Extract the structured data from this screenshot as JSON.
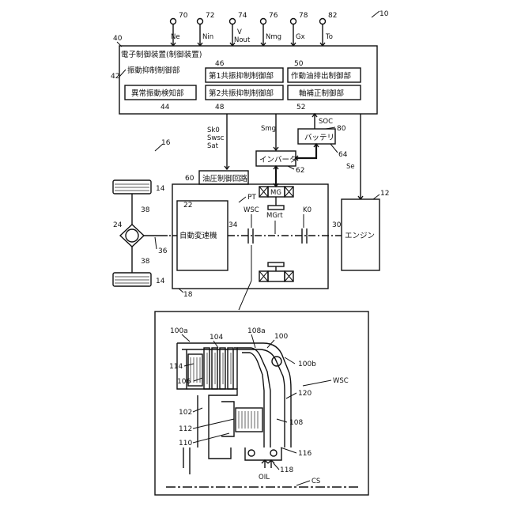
{
  "figure_number": "10",
  "sensors": [
    {
      "id": "70",
      "signal": "Ne"
    },
    {
      "id": "72",
      "signal": "Nin"
    },
    {
      "id": "74",
      "signal_top": "V",
      "signal_bottom": "Nout"
    },
    {
      "id": "76",
      "signal": "Nmg"
    },
    {
      "id": "78",
      "signal": "Gx"
    },
    {
      "id": "82",
      "signal": "To"
    }
  ],
  "ecu": {
    "id": "40",
    "title": "電子制御装置(制御装置)",
    "vibration_unit": {
      "id": "42",
      "label": "振動抑制制御部"
    },
    "abnormal_detect": {
      "id": "44",
      "label": "異常振動検知部"
    },
    "first_resonance": {
      "id": "46",
      "label": "第1共振抑制制御部"
    },
    "second_resonance": {
      "id": "48",
      "label": "第2共振抑制制御部"
    },
    "oil_discharge": {
      "id": "50",
      "label": "作動油排出制御部"
    },
    "shaft_correction": {
      "id": "52",
      "label": "軸補正制御部"
    }
  },
  "signals": {
    "hydraulic": [
      "Sk0",
      "Swsc",
      "Sat"
    ],
    "motor": "Smg",
    "soc": "SOC",
    "engine": "Se"
  },
  "components": {
    "vehicle": "16",
    "hydraulic_circuit": {
      "id": "60",
      "label": "油圧制御回路"
    },
    "inverter": {
      "id": "62",
      "label": "インバータ"
    },
    "battery": {
      "id": "64",
      "label": "バッテリ"
    },
    "battery_sensor": "80",
    "engine": {
      "id": "12",
      "label": "エンジン"
    },
    "transmission": {
      "id": "22",
      "label": "自動変速機"
    },
    "motor": "MG",
    "powertrain": "PT",
    "wsc": "WSC",
    "mgrt": "MGrt",
    "k0": "K0",
    "case": "18",
    "shaft_34": "34",
    "shaft_30": "30",
    "differential": "24",
    "axle_38a": "38",
    "axle_38b": "38",
    "wheel_top": "14",
    "wheel_bottom": "14",
    "output_36": "36"
  },
  "detail": {
    "wsc_label": "WSC",
    "cs_label": "CS",
    "oil_label": "OIL",
    "refs": [
      "100a",
      "104",
      "108a",
      "100",
      "100b",
      "114",
      "106",
      "120",
      "102",
      "112",
      "108",
      "110",
      "116",
      "118"
    ]
  }
}
